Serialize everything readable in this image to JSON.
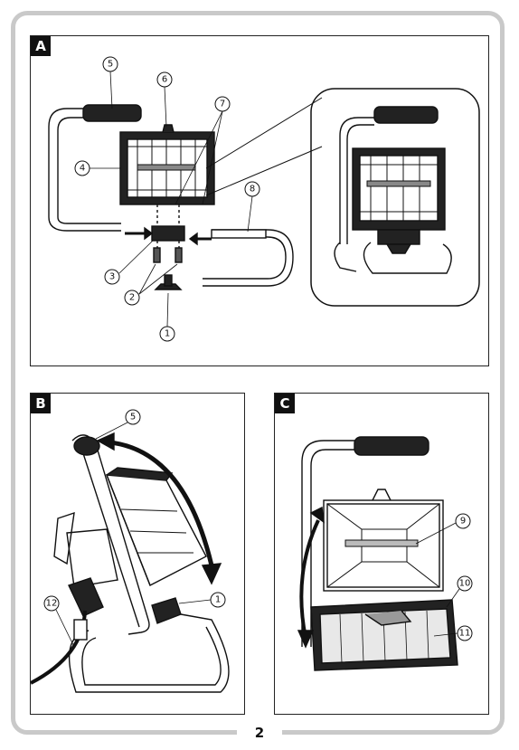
{
  "panels": {
    "a": {
      "label": "A"
    },
    "b": {
      "label": "B"
    },
    "c": {
      "label": "C"
    }
  },
  "callouts_a": [
    "5",
    "6",
    "7",
    "4",
    "8",
    "3",
    "2",
    "1"
  ],
  "callouts_b": [
    "5",
    "1",
    "12"
  ],
  "callouts_c": [
    "9",
    "10",
    "11"
  ],
  "page_number": "2",
  "colors": {
    "line": "#111111",
    "frame": "#c9c9c9",
    "label_bg": "#111111"
  }
}
